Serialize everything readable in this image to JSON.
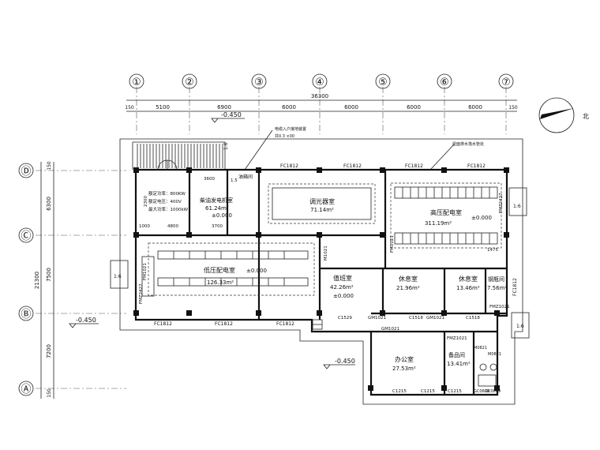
{
  "axes_top": [
    "①",
    "②",
    "③",
    "④",
    "⑤",
    "⑥",
    "⑦"
  ],
  "axes_left": [
    "Ⓓ",
    "Ⓒ",
    "Ⓑ",
    "Ⓐ"
  ],
  "dims_top": {
    "total": "36300",
    "start": "150",
    "spans": [
      "5100",
      "6900",
      "6000",
      "6000",
      "6000",
      "6000"
    ],
    "end": "150"
  },
  "dims_left": {
    "total": "21300",
    "spans": [
      "150",
      "6300",
      "7500",
      "7200",
      "150"
    ]
  },
  "elevations": {
    "top": "-0.450",
    "left": "-0.450",
    "bottom": "-0.450"
  },
  "annotations": {
    "top_note_1": "电缆入户接地装置",
    "top_note_2": "共0.3 ×00",
    "right_note": "屋面排水落水管处",
    "compass": "北"
  },
  "rooms": {
    "capacitor": {
      "name": "调光器室",
      "area": "71.14m²"
    },
    "hv": {
      "name": "高压配电室",
      "area": "311.19m²",
      "level": "±0.000"
    },
    "generator": {
      "name": "柴油发电机室",
      "area": "61.24m²",
      "level": "±0.000"
    },
    "gen_spec": [
      "额定功率：800KW",
      "额定电压：400V",
      "最大功率：1000kW"
    ],
    "lv": {
      "name": "低压配电室",
      "area": "126.33m²",
      "level": "±0.000"
    },
    "duty": {
      "name": "值班室",
      "area": "42.26m²",
      "level": "±0.000"
    },
    "rest1": {
      "name": "休息室",
      "area": "21.96m²"
    },
    "rest2": {
      "name": "休息室",
      "area": "13.46m²"
    },
    "tool": {
      "name": "钢瓶间",
      "area": "7.56m²"
    },
    "office": {
      "name": "办公室",
      "area": "27.53m²"
    },
    "spare": {
      "name": "备品间",
      "area": "13.41m²"
    },
    "oil": {
      "name": "油箱间"
    }
  },
  "windows_top": [
    "FC1812",
    "FC1812",
    "FC1812",
    "FC1812"
  ],
  "windows_bottom": [
    "FC1812",
    "FC1812",
    "FC1812"
  ],
  "windows_small": [
    "C1529",
    "C1518",
    "C1518",
    "C1215",
    "C1215",
    "C1215",
    "GC0609",
    "GC0609"
  ],
  "doors": [
    "GM1021",
    "GM1021",
    "GM1021",
    "FMZ1021",
    "FMZ1021",
    "M1021",
    "FM1021",
    "FM1021",
    "M0821",
    "M0821"
  ],
  "misc_labels": [
    "1:6",
    "1:6",
    "1:6",
    "1:6",
    "FMZ2427",
    "FMZ2427",
    "FC1812",
    "1.5",
    "3600",
    "3700",
    "4800",
    "1000",
    "2300",
    "1475"
  ]
}
